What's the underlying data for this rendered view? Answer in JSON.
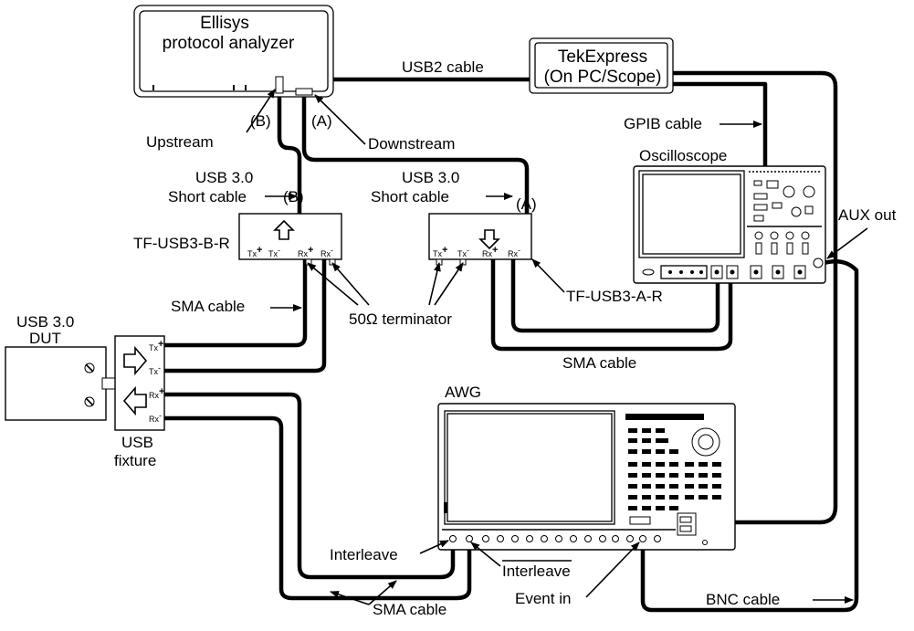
{
  "labels": {
    "analyzer_line1": "Ellisys",
    "analyzer_line2": "protocol analyzer",
    "usb2_cable": "USB2 cable",
    "tek_line1": "TekExpress",
    "tek_line2": "(On PC/Scope)",
    "gpib_cable": "GPIB cable",
    "port_b_top": "(B)",
    "port_a_top": "(A)",
    "upstream": "Upstream",
    "downstream": "Downstream",
    "usb30_left_line1": "USB 3.0",
    "usb30_left_line2": "Short cable",
    "port_b_left": "(B)",
    "usb30_right_line1": "USB 3.0",
    "usb30_right_line2": "Short cable",
    "port_a_right": "(A)",
    "oscilloscope": "Oscilloscope",
    "aux_out": "AUX out",
    "tf_b": "TF-USB3-B-R",
    "tf_a": "TF-USB3-A-R",
    "sma_cable_left": "SMA cable",
    "terminator": "50Ω terminator",
    "dut_line1": "USB 3.0",
    "dut_line2": "DUT",
    "sma_cable_mid": "SMA cable",
    "awg": "AWG",
    "fixture_line1": "USB",
    "fixture_line2": "fixture",
    "interleave": "Interleave",
    "interleave_bar": "Interleave",
    "bnc_cable": "BNC cable",
    "sma_cable_bottom": "SMA cable",
    "event_in": "Event in"
  },
  "ports": {
    "tx": "Tx",
    "rx": "Rx",
    "plus": "+",
    "minus": "-"
  }
}
